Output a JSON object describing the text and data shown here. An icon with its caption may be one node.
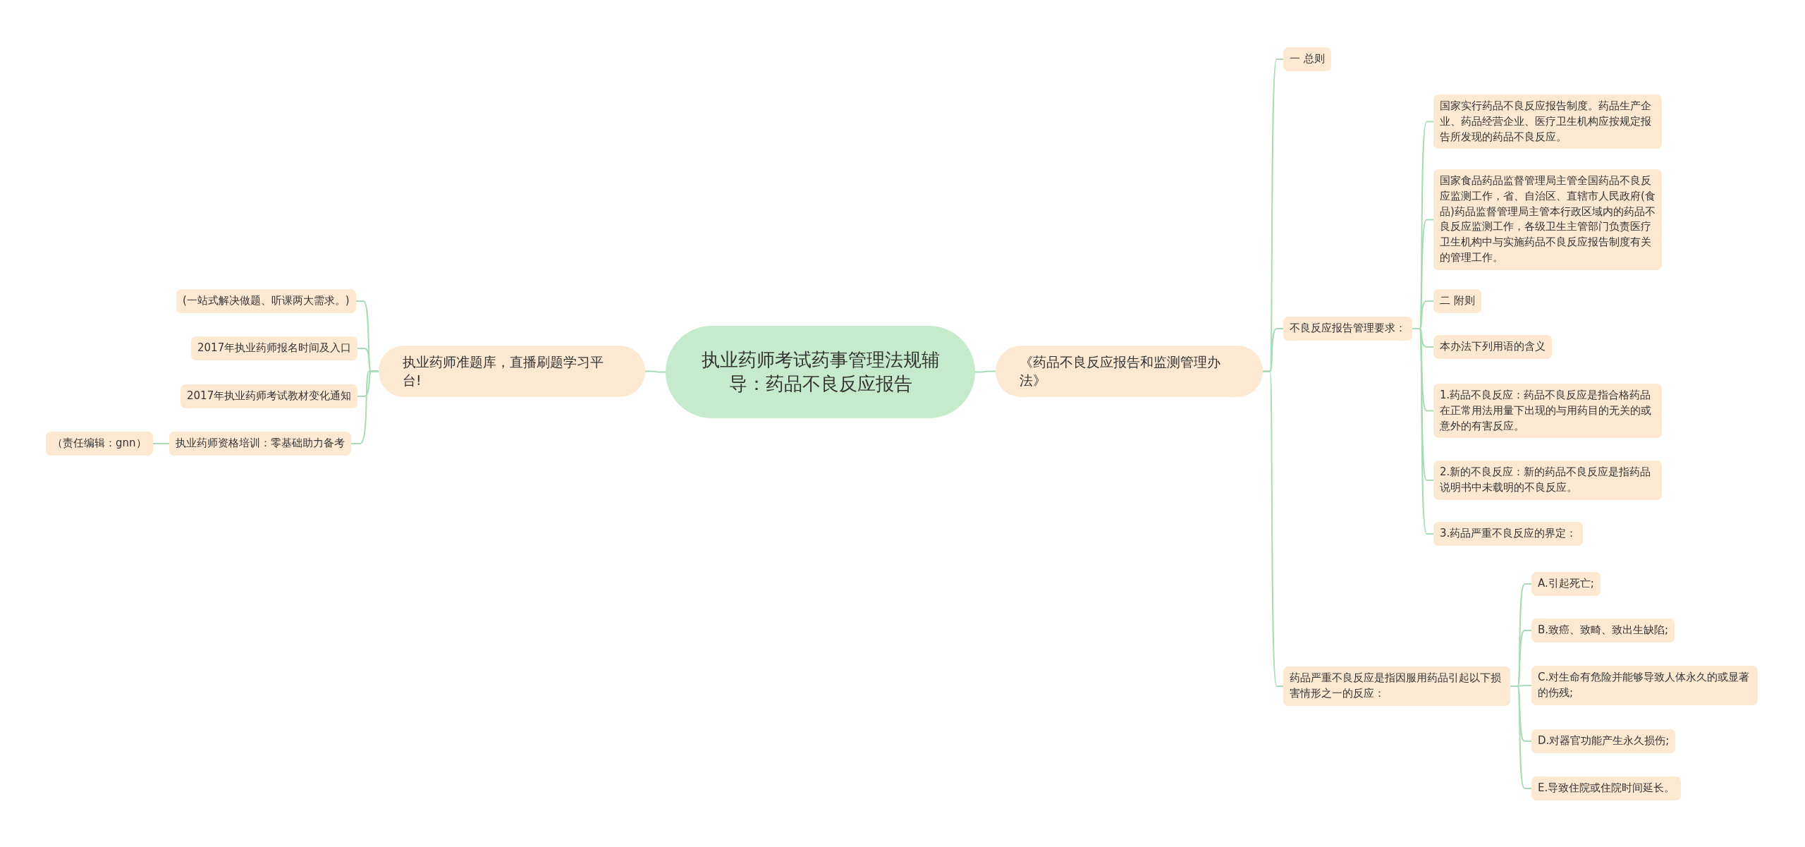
{
  "diagram": {
    "nodes": [
      {
        "text": [
          "执业药师考试药事管理法规辅导：药品不良反应报告"
        ]
      },
      {
        "text": [
          "执业药师准题库，直播刷题学习平台!"
        ]
      },
      {
        "text": [
          "(一站式解决做题、听课两大需求。)"
        ]
      },
      {
        "text": [
          "2017年执业药师报名时间及入口"
        ]
      },
      {
        "text": [
          "2017年执业药师考试教材变化通知"
        ]
      },
      {
        "text": [
          "执业药师资格培训：零基础助力备考"
        ]
      },
      {
        "text": [
          "（责任编辑：gnn）"
        ]
      },
      {
        "text": [
          "《药品不良反应报告和监测管理办法》"
        ]
      },
      {
        "text": [
          "一 总则"
        ]
      },
      {
        "text": [
          "不良反应报告管理要求："
        ]
      },
      {
        "text": [
          "国家实行药品不良反应报告制度。药品生产企业、药品经营企业、医疗卫生机构应按规定报告所发现的药品不良反应。"
        ]
      },
      {
        "text": [
          "国家食品药品监督管理局主管全国药品不良反应监测工作，省、自治区、直辖市人民政府(食品)药品监督管理局主管本行政区域内的药品不良反应监测工作，各级卫生主管部门负责医疗卫生机构中与实施药品不良反应报告制度有关的管理工作。"
        ]
      },
      {
        "text": [
          "二 附则"
        ]
      },
      {
        "text": [
          "本办法下列用语的含义"
        ]
      },
      {
        "text": [
          "1.药品不良反应：药品不良反应是指合格药品在正常用法用量下出现的与用药目的无关的或意外的有害反应。"
        ]
      },
      {
        "text": [
          "2.新的不良反应：新的药品不良反应是指药品说明书中未载明的不良反应。"
        ]
      },
      {
        "text": [
          "3.药品严重不良反应的界定："
        ]
      },
      {
        "text": [
          "药品严重不良反应是指因服用药品引起以下损害情形之一的反应："
        ]
      },
      {
        "text": [
          "A.引起死亡;"
        ]
      },
      {
        "text": [
          "B.致癌、致畸、致出生缺陷;"
        ]
      },
      {
        "text": [
          "C.对生命有危险并能够导致人体永久的或显著的伤残;"
        ]
      },
      {
        "text": [
          "D.对器官功能产生永久损伤;"
        ]
      },
      {
        "text": [
          "E.导致住院或住院时间延长。"
        ]
      }
    ],
    "edges": [
      {
        "from": 0,
        "to": 1,
        "arrow": "none"
      },
      {
        "from": 1,
        "to": 2,
        "arrow": "none"
      },
      {
        "from": 1,
        "to": 3,
        "arrow": "none"
      },
      {
        "from": 1,
        "to": 4,
        "arrow": "none"
      },
      {
        "from": 1,
        "to": 5,
        "arrow": "none"
      },
      {
        "from": 5,
        "to": 6,
        "arrow": "none"
      },
      {
        "from": 0,
        "to": 7,
        "arrow": "none"
      },
      {
        "from": 7,
        "to": 8,
        "arrow": "none"
      },
      {
        "from": 7,
        "to": 9,
        "arrow": "none"
      },
      {
        "from": 7,
        "to": 17,
        "arrow": "none"
      },
      {
        "from": 9,
        "to": 10,
        "arrow": "none"
      },
      {
        "from": 9,
        "to": 11,
        "arrow": "none"
      },
      {
        "from": 9,
        "to": 12,
        "arrow": "none"
      },
      {
        "from": 9,
        "to": 13,
        "arrow": "none"
      },
      {
        "from": 9,
        "to": 14,
        "arrow": "none"
      },
      {
        "from": 9,
        "to": 15,
        "arrow": "none"
      },
      {
        "from": 9,
        "to": 16,
        "arrow": "none"
      },
      {
        "from": 17,
        "to": 18,
        "arrow": "none"
      },
      {
        "from": 17,
        "to": 19,
        "arrow": "none"
      },
      {
        "from": 17,
        "to": 20,
        "arrow": "none"
      },
      {
        "from": 17,
        "to": 21,
        "arrow": "none"
      },
      {
        "from": 17,
        "to": 22,
        "arrow": "none"
      }
    ]
  }
}
